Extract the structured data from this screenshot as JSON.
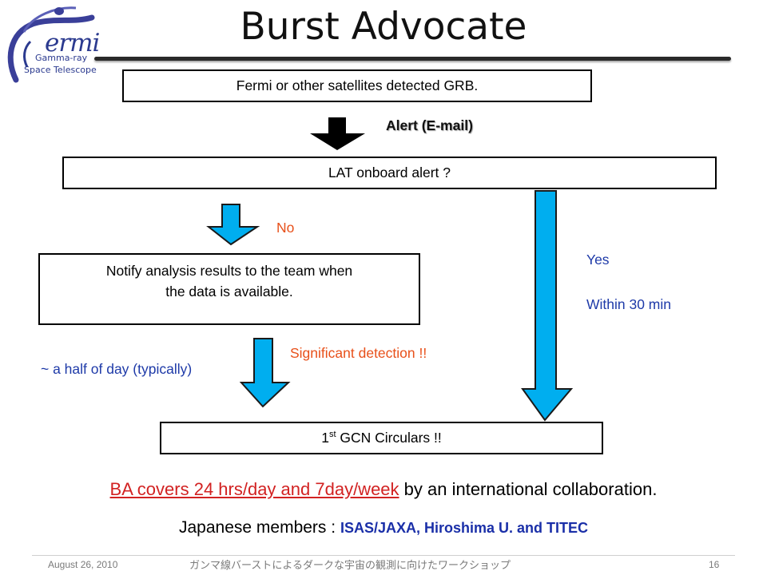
{
  "logo": {
    "word": "ermi",
    "line1": "Gamma-ray",
    "line2": "Space Telescope"
  },
  "title": "Burst Advocate",
  "flow": {
    "detect": "Fermi or other satellites detected GRB.",
    "alert_label": "Alert (E-mail)",
    "lat": "LAT onboard alert ?",
    "no_label": "No",
    "notify_line1": "Notify analysis results to the team when",
    "notify_line2": "the data is available.",
    "yes_label": "Yes",
    "within_label": "Within 30 min",
    "significant_label": "Significant detection !!",
    "half_day_label": "~ a half of day (typically)",
    "gcn_prefix": "1",
    "gcn_sup": "st",
    "gcn_rest": " GCN Circulars !!"
  },
  "statement": {
    "red_part": "BA covers 24 hrs/day and 7day/week",
    "rest": " by an international collaboration."
  },
  "japanese": {
    "prefix": "Japanese members : ",
    "members": "ISAS/JAXA, Hiroshima U. and TITEC"
  },
  "footer": {
    "date": "August 26, 2010",
    "event": "ガンマ線バーストによるダークな宇宙の観測に向けたワークショップ",
    "page": "16"
  },
  "colors": {
    "arrow_fill": "#00aeef",
    "no_and_significant": "#e8501a",
    "yes_and_half_day": "#1e3aa8",
    "statement_red": "#d22222"
  }
}
